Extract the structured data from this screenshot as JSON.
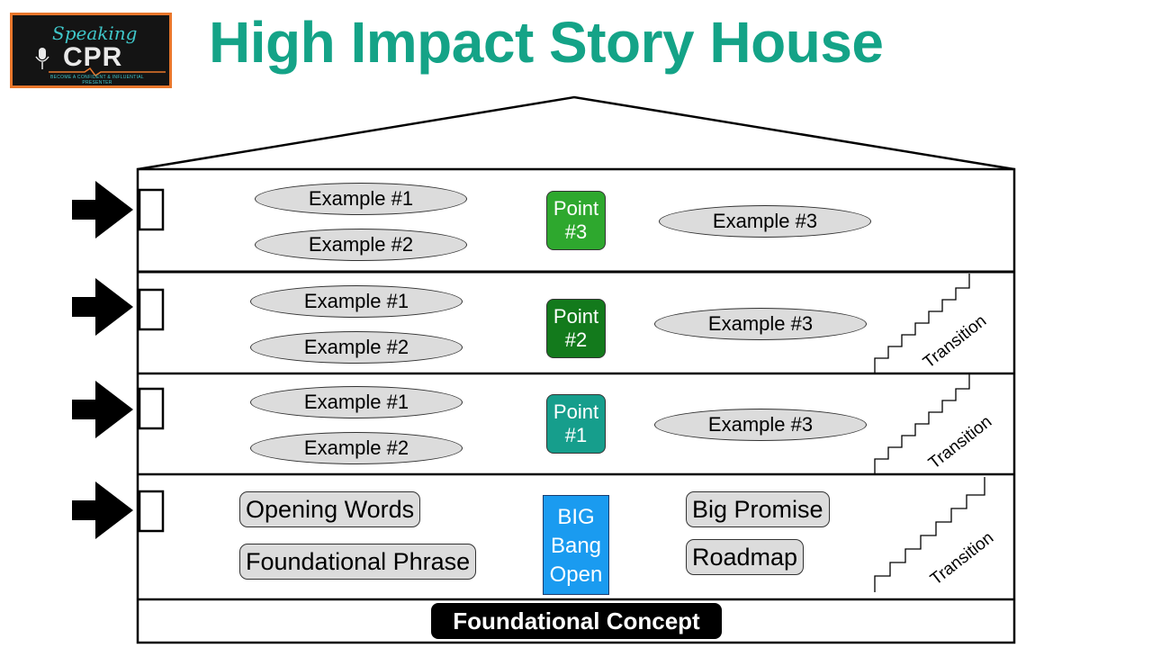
{
  "logo": {
    "speaking": "Speaking",
    "cpr": "CPR",
    "tagline": "BECOME A CONFIDENT & INFLUENTIAL PRESENTER"
  },
  "title": "High Impact Story House",
  "floors": {
    "point3": {
      "point": "Point #3",
      "example1": "Example #1",
      "example2": "Example #2",
      "example3": "Example #3",
      "color": "#2ea82e"
    },
    "point2": {
      "point": "Point #2",
      "example1": "Example #1",
      "example2": "Example #2",
      "example3": "Example #3",
      "transition": "Transition",
      "color": "#137a1c"
    },
    "point1": {
      "point": "Point #1",
      "example1": "Example #1",
      "example2": "Example #2",
      "example3": "Example #3",
      "transition": "Transition",
      "color": "#169e8c"
    },
    "opening": {
      "opening_words": "Opening Words",
      "foundational_phrase": "Foundational Phrase",
      "big_bang": [
        "BIG",
        "Bang",
        "Open"
      ],
      "big_promise": "Big Promise",
      "roadmap": "Roadmap",
      "transition": "Transition",
      "color": "#1a9bf0"
    }
  },
  "foundation": "Foundational Concept"
}
